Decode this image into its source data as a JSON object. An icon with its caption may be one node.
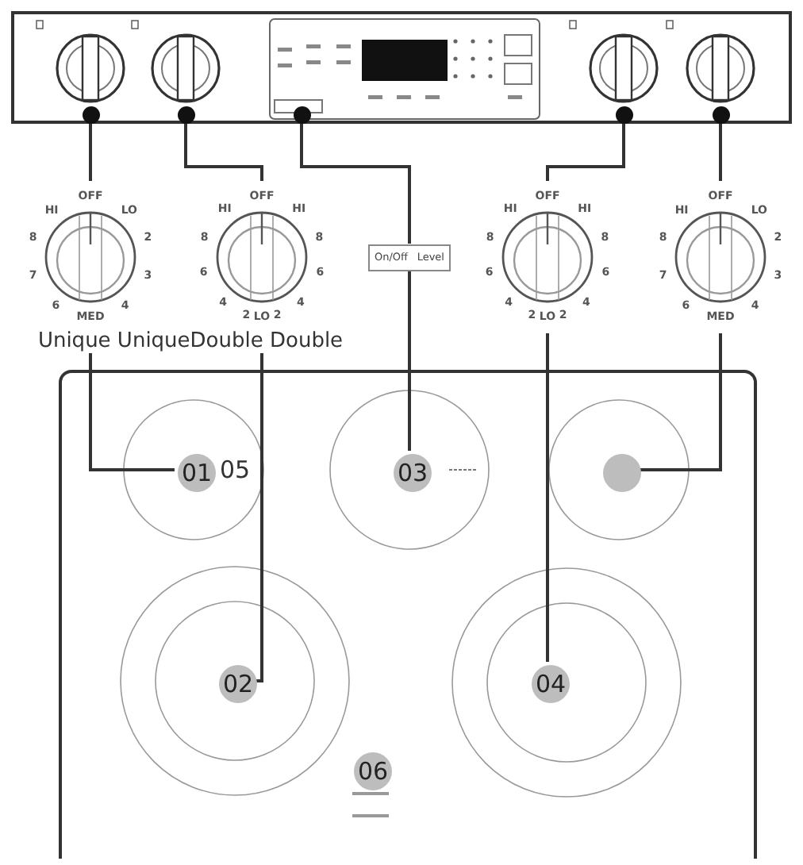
{
  "diagram": {
    "nodes": [
      {
        "text": [],
        "shape": "circle"
      },
      {
        "text": [],
        "shape": "circle"
      },
      {
        "text": [],
        "shape": "circle"
      },
      {
        "text": [],
        "shape": "circle"
      },
      {
        "text": [],
        "shape": "circle"
      },
      {
        "text": [
          "OFF",
          "LO",
          "2",
          "3",
          "4",
          "MED",
          "6",
          "7",
          "8",
          "HI"
        ]
      },
      {
        "text": [
          "OFF",
          "HI",
          "8",
          "6",
          "4",
          "2",
          "LO",
          "2",
          "4",
          "6",
          "8",
          "HI"
        ]
      },
      {
        "text": [
          "On/Off",
          "Level"
        ]
      },
      {
        "text": [
          "OFF",
          "HI",
          "8",
          "6",
          "4",
          "2",
          "LO",
          "2",
          "4",
          "6",
          "8",
          "HI"
        ]
      },
      {
        "text": [
          "OFF",
          "LO",
          "2",
          "3",
          "4",
          "MED",
          "6",
          "7",
          "8",
          "HI"
        ]
      },
      {
        "text": [],
        "shape": "box"
      },
      {
        "text": [
          "01"
        ],
        "in": 10
      },
      {
        "text": [
          "02"
        ],
        "in": 10
      },
      {
        "text": [
          "03"
        ],
        "in": 10
      },
      {
        "text": [
          "04"
        ],
        "in": 10
      },
      {
        "text": [],
        "shape": "circle",
        "in": 10
      },
      {
        "text": [
          "06"
        ],
        "in": 10
      }
    ],
    "edges": [
      {
        "from": 0,
        "to": 5,
        "arrow": "none"
      },
      {
        "from": 5,
        "to": 11,
        "arrow": "none"
      },
      {
        "from": 1,
        "to": 6,
        "arrow": "none"
      },
      {
        "from": 6,
        "to": 12,
        "arrow": "none"
      },
      {
        "from": 2,
        "to": 7,
        "arrow": "none"
      },
      {
        "from": 7,
        "to": 13,
        "arrow": "none"
      },
      {
        "from": 3,
        "to": 8,
        "arrow": "none"
      },
      {
        "from": 8,
        "to": 14,
        "arrow": "none"
      },
      {
        "from": 4,
        "to": 9,
        "arrow": "none"
      },
      {
        "from": 9,
        "to": 15,
        "arrow": "none"
      }
    ],
    "labels": [
      "Unique UniqueDouble Double",
      "05"
    ]
  }
}
